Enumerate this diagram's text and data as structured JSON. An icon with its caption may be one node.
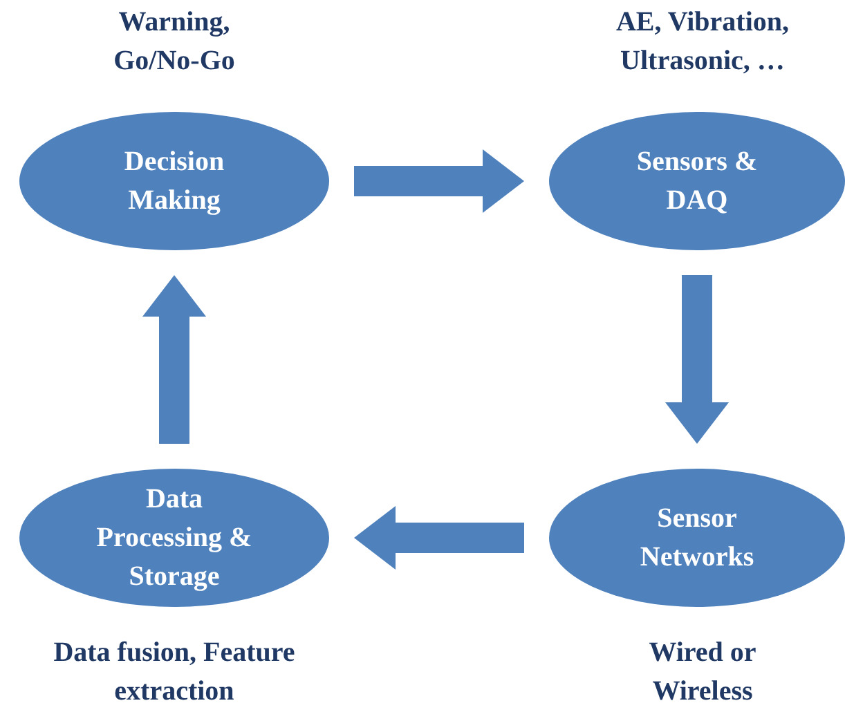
{
  "diagram": {
    "nodes": [
      {
        "text": [
          "Decision Making"
        ],
        "beside": [
          "Warning, Go/No-Go"
        ]
      },
      {
        "text": [
          "Sensors & DAQ"
        ],
        "beside": [
          "AE, Vibration, Ultrasonic, …"
        ]
      },
      {
        "text": [
          "Sensor Networks"
        ],
        "beside": [
          "Wired or Wireless"
        ]
      },
      {
        "text": [
          "Data Processing & Storage"
        ],
        "beside": [
          "Data fusion, Feature extraction"
        ]
      }
    ],
    "edges": [
      {
        "from": 0,
        "to": 1,
        "arrow": "to"
      },
      {
        "from": 1,
        "to": 2,
        "arrow": "to"
      },
      {
        "from": 2,
        "to": 3,
        "arrow": "to"
      },
      {
        "from": 3,
        "to": 0,
        "arrow": "to"
      }
    ]
  }
}
